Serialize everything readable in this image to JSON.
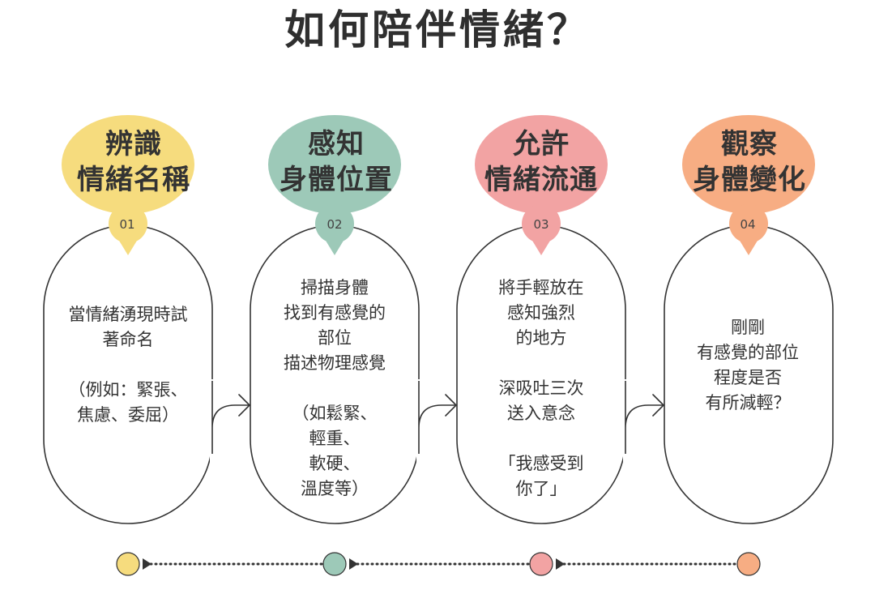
{
  "title": "如何陪伴情緒？",
  "colors": {
    "step1": "#f6dc7e",
    "step2": "#9dc9b8",
    "step3": "#f2a3a3",
    "step4": "#f7ad83",
    "line": "#333333"
  },
  "steps": [
    {
      "number": "01",
      "heading": [
        "辨識",
        "情緒名稱"
      ],
      "description": [
        "當情緒湧現時試",
        "著命名",
        "",
        "（例如：緊張、",
        "焦慮、委屈）"
      ]
    },
    {
      "number": "02",
      "heading": [
        "感知",
        "身體位置"
      ],
      "description": [
        "掃描身體",
        "找到有感覺的",
        "部位",
        "描述物理感覺",
        "",
        "（如鬆緊、",
        "輕重、",
        "軟硬、",
        "溫度等）"
      ]
    },
    {
      "number": "03",
      "heading": [
        "允許",
        "情緒流通"
      ],
      "description": [
        "將手輕放在",
        "感知強烈",
        "的地方",
        "",
        "深吸吐三次",
        "送入意念",
        "",
        "「我感受到",
        "你了」"
      ]
    },
    {
      "number": "04",
      "heading": [
        "觀察",
        "身體變化"
      ],
      "description": [
        "剛剛",
        "有感覺的部位",
        "程度是否",
        "有所減輕？"
      ]
    }
  ]
}
